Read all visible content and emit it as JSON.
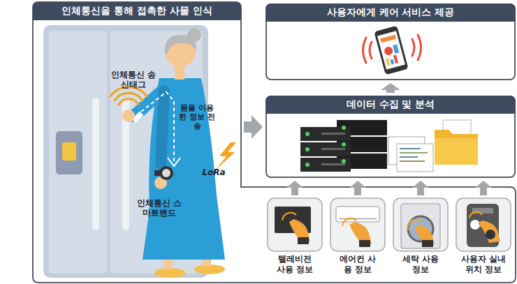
{
  "diagram": {
    "nodes": [
      {
        "text": [
          "인체통신을 통해 접촉한 사물 인식"
        ]
      },
      {
        "text": [
          "데이터 수집 및 분석"
        ]
      },
      {
        "text": [
          "사용자에게 케어 서비스 제공"
        ]
      },
      {
        "text": [
          "텔레비전 사용 정보"
        ]
      },
      {
        "text": [
          "에어컨 사용 정보"
        ]
      },
      {
        "text": [
          "세탁 사용 정보"
        ]
      },
      {
        "text": [
          "사용자 실내 위치 정보"
        ]
      }
    ],
    "edges": [
      {
        "from": 0,
        "to": 1,
        "arrow": "to"
      },
      {
        "from": 1,
        "to": 2,
        "arrow": "to"
      },
      {
        "from": 3,
        "to": 1,
        "arrow": "to"
      },
      {
        "from": 4,
        "to": 1,
        "arrow": "to"
      },
      {
        "from": 5,
        "to": 1,
        "arrow": "to"
      },
      {
        "from": 6,
        "to": 1,
        "arrow": "to"
      }
    ],
    "labels": [
      "인체통신 송신태그",
      "몸을 이용한 정보 전송",
      "LoRa",
      "인체통신 스마트밴드"
    ]
  }
}
